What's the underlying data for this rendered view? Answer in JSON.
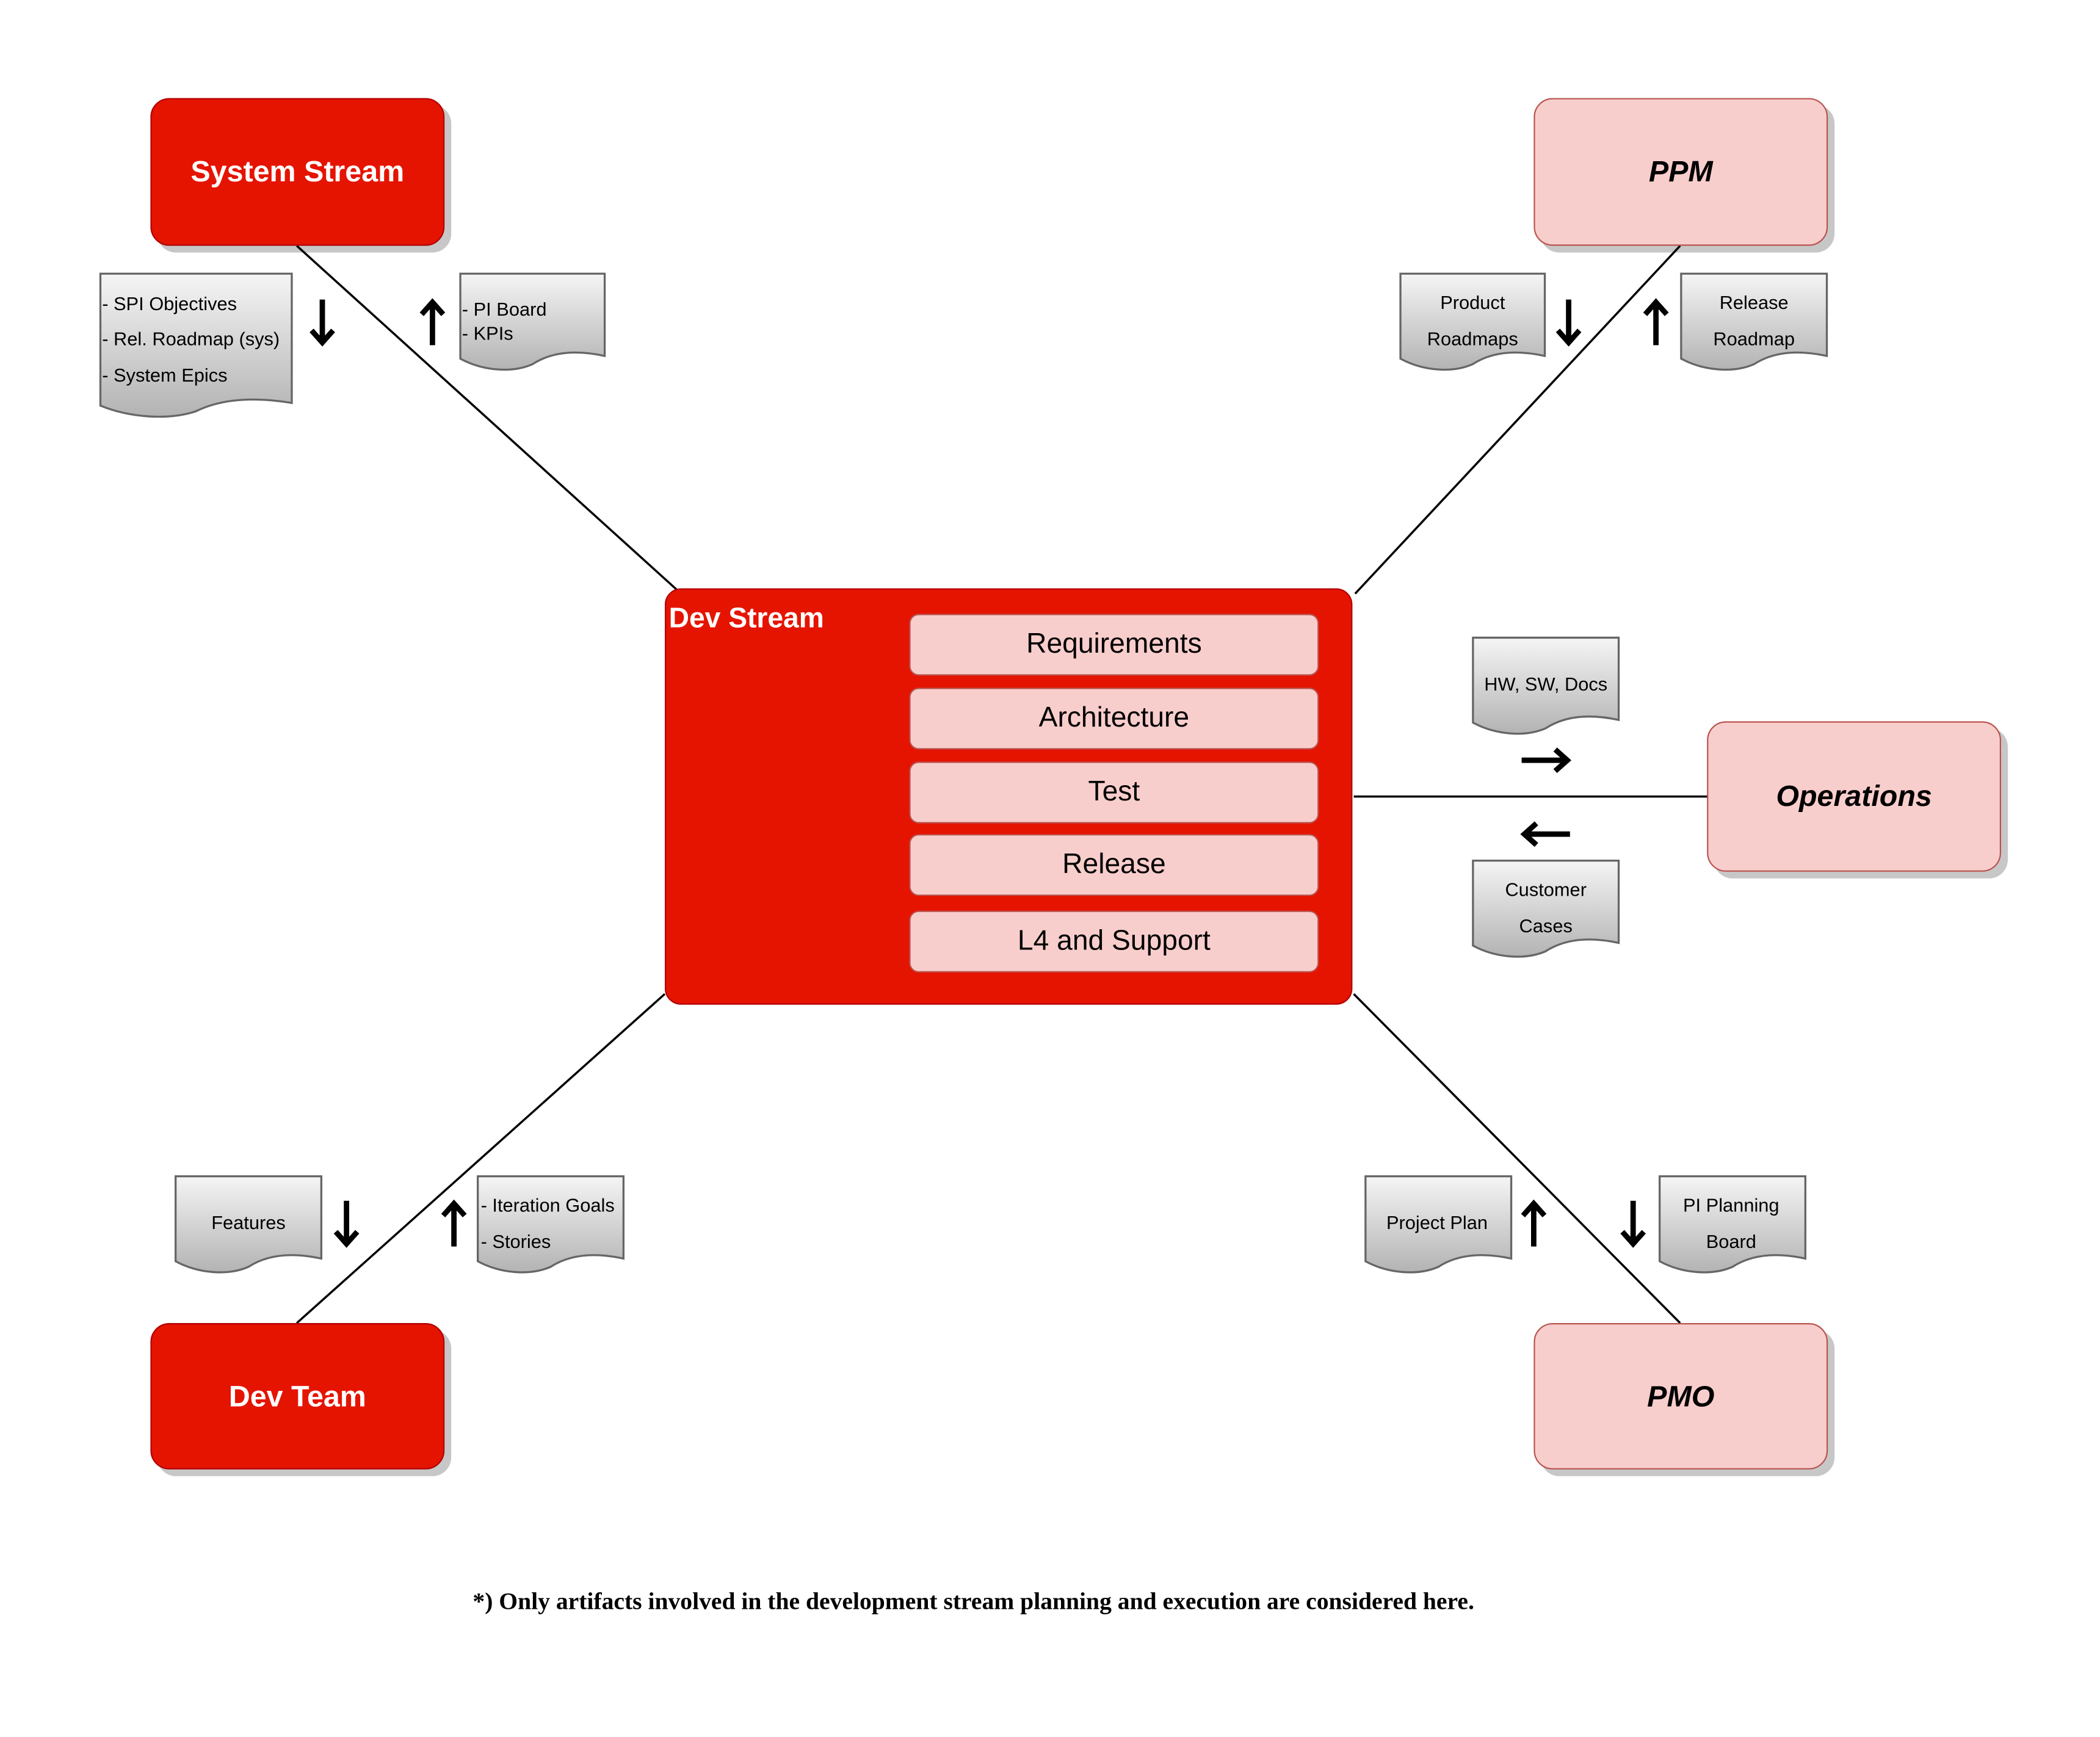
{
  "center": {
    "title": "Dev Stream",
    "items": [
      "Requirements",
      "Architecture",
      "Test",
      "Release",
      "L4 and Support"
    ]
  },
  "nodes": {
    "system_stream": "System Stream",
    "ppm": "PPM",
    "operations": "Operations",
    "dev_team": "Dev Team",
    "pmo": "PMO"
  },
  "documents": {
    "system_down": [
      "- SPI Objectives",
      "- Rel. Roadmap (sys)",
      "- System Epics"
    ],
    "system_up": [
      "- PI Board",
      "- KPIs"
    ],
    "ppm_down": [
      "Product",
      "Roadmaps"
    ],
    "ppm_up": [
      "Release",
      "Roadmap"
    ],
    "ops_out": [
      "HW, SW, Docs"
    ],
    "ops_in": [
      "Customer",
      "Cases"
    ],
    "devteam_down": [
      "Features"
    ],
    "devteam_up": [
      "- Iteration Goals",
      "- Stories"
    ],
    "pmo_up": [
      "Project Plan"
    ],
    "pmo_down": [
      "PI Planning",
      "Board"
    ]
  },
  "footnote": "*) Only artifacts involved in the development stream planning and execution are considered here.",
  "colors": {
    "red_fill": "#e51400",
    "red_stroke": "#b20000",
    "pink_fill": "#f8cecc",
    "pink_stroke": "#b85450",
    "doc_top": "#f5f5f5",
    "doc_bottom": "#b3b3b3",
    "doc_stroke": "#666666"
  },
  "icons": {
    "down": "arrow-down-icon",
    "up": "arrow-up-icon",
    "right": "arrow-right-icon",
    "left": "arrow-left-icon"
  }
}
